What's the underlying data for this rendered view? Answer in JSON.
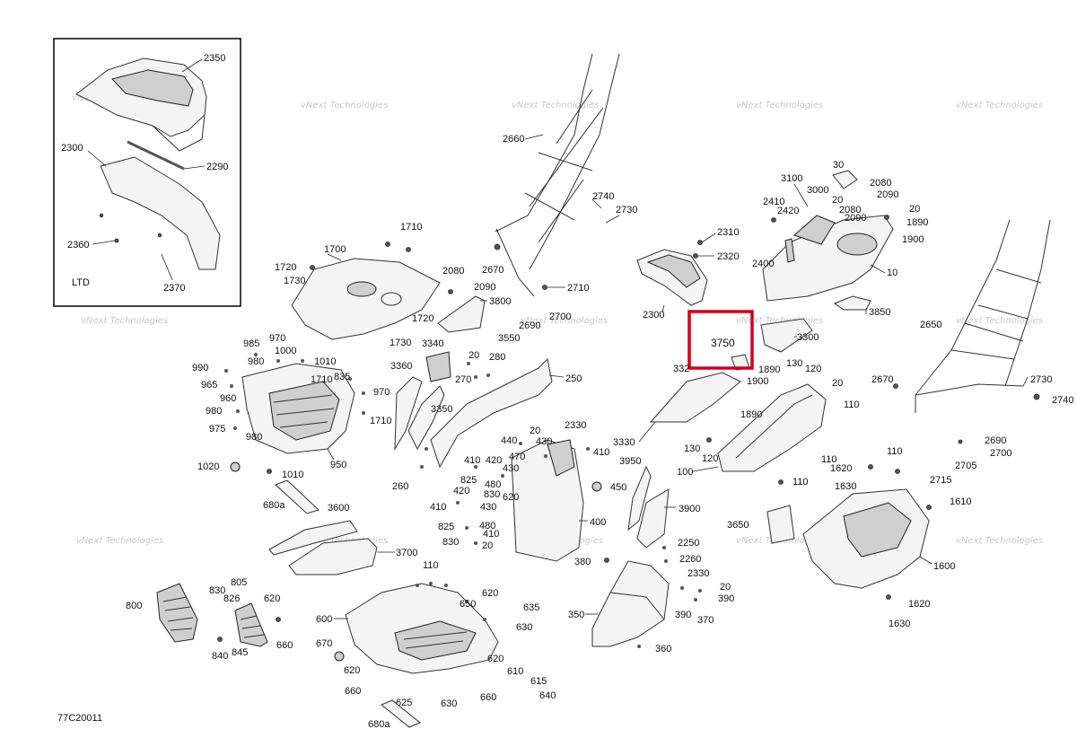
{
  "diagram_code": "77C20011",
  "inset": {
    "label": "LTD"
  },
  "highlight": {
    "part": "3750"
  },
  "watermark": {
    "line1": "vNext",
    "line2": "Technologies",
    "full": "vNext Technologies"
  },
  "labels": {
    "2350": "2350",
    "2300_inset": "2300",
    "2290": "2290",
    "2360": "2360",
    "2370": "2370",
    "2660": "2660",
    "2740": "2740",
    "2730": "2730",
    "2670": "2670",
    "2710": "2710",
    "2700": "2700",
    "2690": "2690",
    "2310": "2310",
    "2320": "2320",
    "2300": "2300",
    "3100": "3100",
    "30": "30",
    "3000": "3000",
    "2080": "2080",
    "2090": "2090",
    "20": "20",
    "1890": "1890",
    "1900": "1900",
    "2410": "2410",
    "2420": "2420",
    "2400": "2400",
    "10": "10",
    "3850": "3850",
    "2650": "2650",
    "3300": "3300",
    "3750": "3750",
    "332": "332",
    "2730_r": "2730",
    "2740_r": "2740",
    "2670_r": "2670",
    "130": "130",
    "120": "120",
    "110": "110",
    "1900_m": "1900",
    "1890_m": "1890",
    "3330": "3330",
    "100": "100",
    "1620": "1620",
    "1630": "1630",
    "1610": "1610",
    "1600": "1600",
    "2705": "2705",
    "2715": "2715",
    "1710": "1710",
    "1700": "1700",
    "1720": "1720",
    "1730": "1730",
    "3800": "3800",
    "3550": "3550",
    "985": "985",
    "970": "970",
    "1000": "1000",
    "1010": "1010",
    "980": "980",
    "990": "990",
    "965": "965",
    "960": "960",
    "975": "975",
    "835": "835",
    "950": "950",
    "1020": "1020",
    "680a": "680a",
    "3340": "3340",
    "3360": "3360",
    "3350": "3350",
    "260": "260",
    "270": "270",
    "280": "280",
    "250": "250",
    "2330": "2330",
    "440": "440",
    "470": "470",
    "410": "410",
    "430": "430",
    "420": "420",
    "825": "825",
    "830": "830",
    "620": "620",
    "480": "480",
    "450": "450",
    "400": "400",
    "3950": "3950",
    "3900": "3900",
    "3600": "3600",
    "3700": "3700",
    "3650": "3650",
    "2250": "2250",
    "2260": "2260",
    "390": "390",
    "370": "370",
    "360": "360",
    "350": "350",
    "380": "380",
    "800": "800",
    "805": "805",
    "826": "826",
    "840": "840",
    "845": "845",
    "660": "660",
    "600": "600",
    "670": "670",
    "650": "650",
    "635": "635",
    "630": "630",
    "610": "610",
    "615": "615",
    "640": "640",
    "625": "625",
    "680a_b": "680a"
  }
}
